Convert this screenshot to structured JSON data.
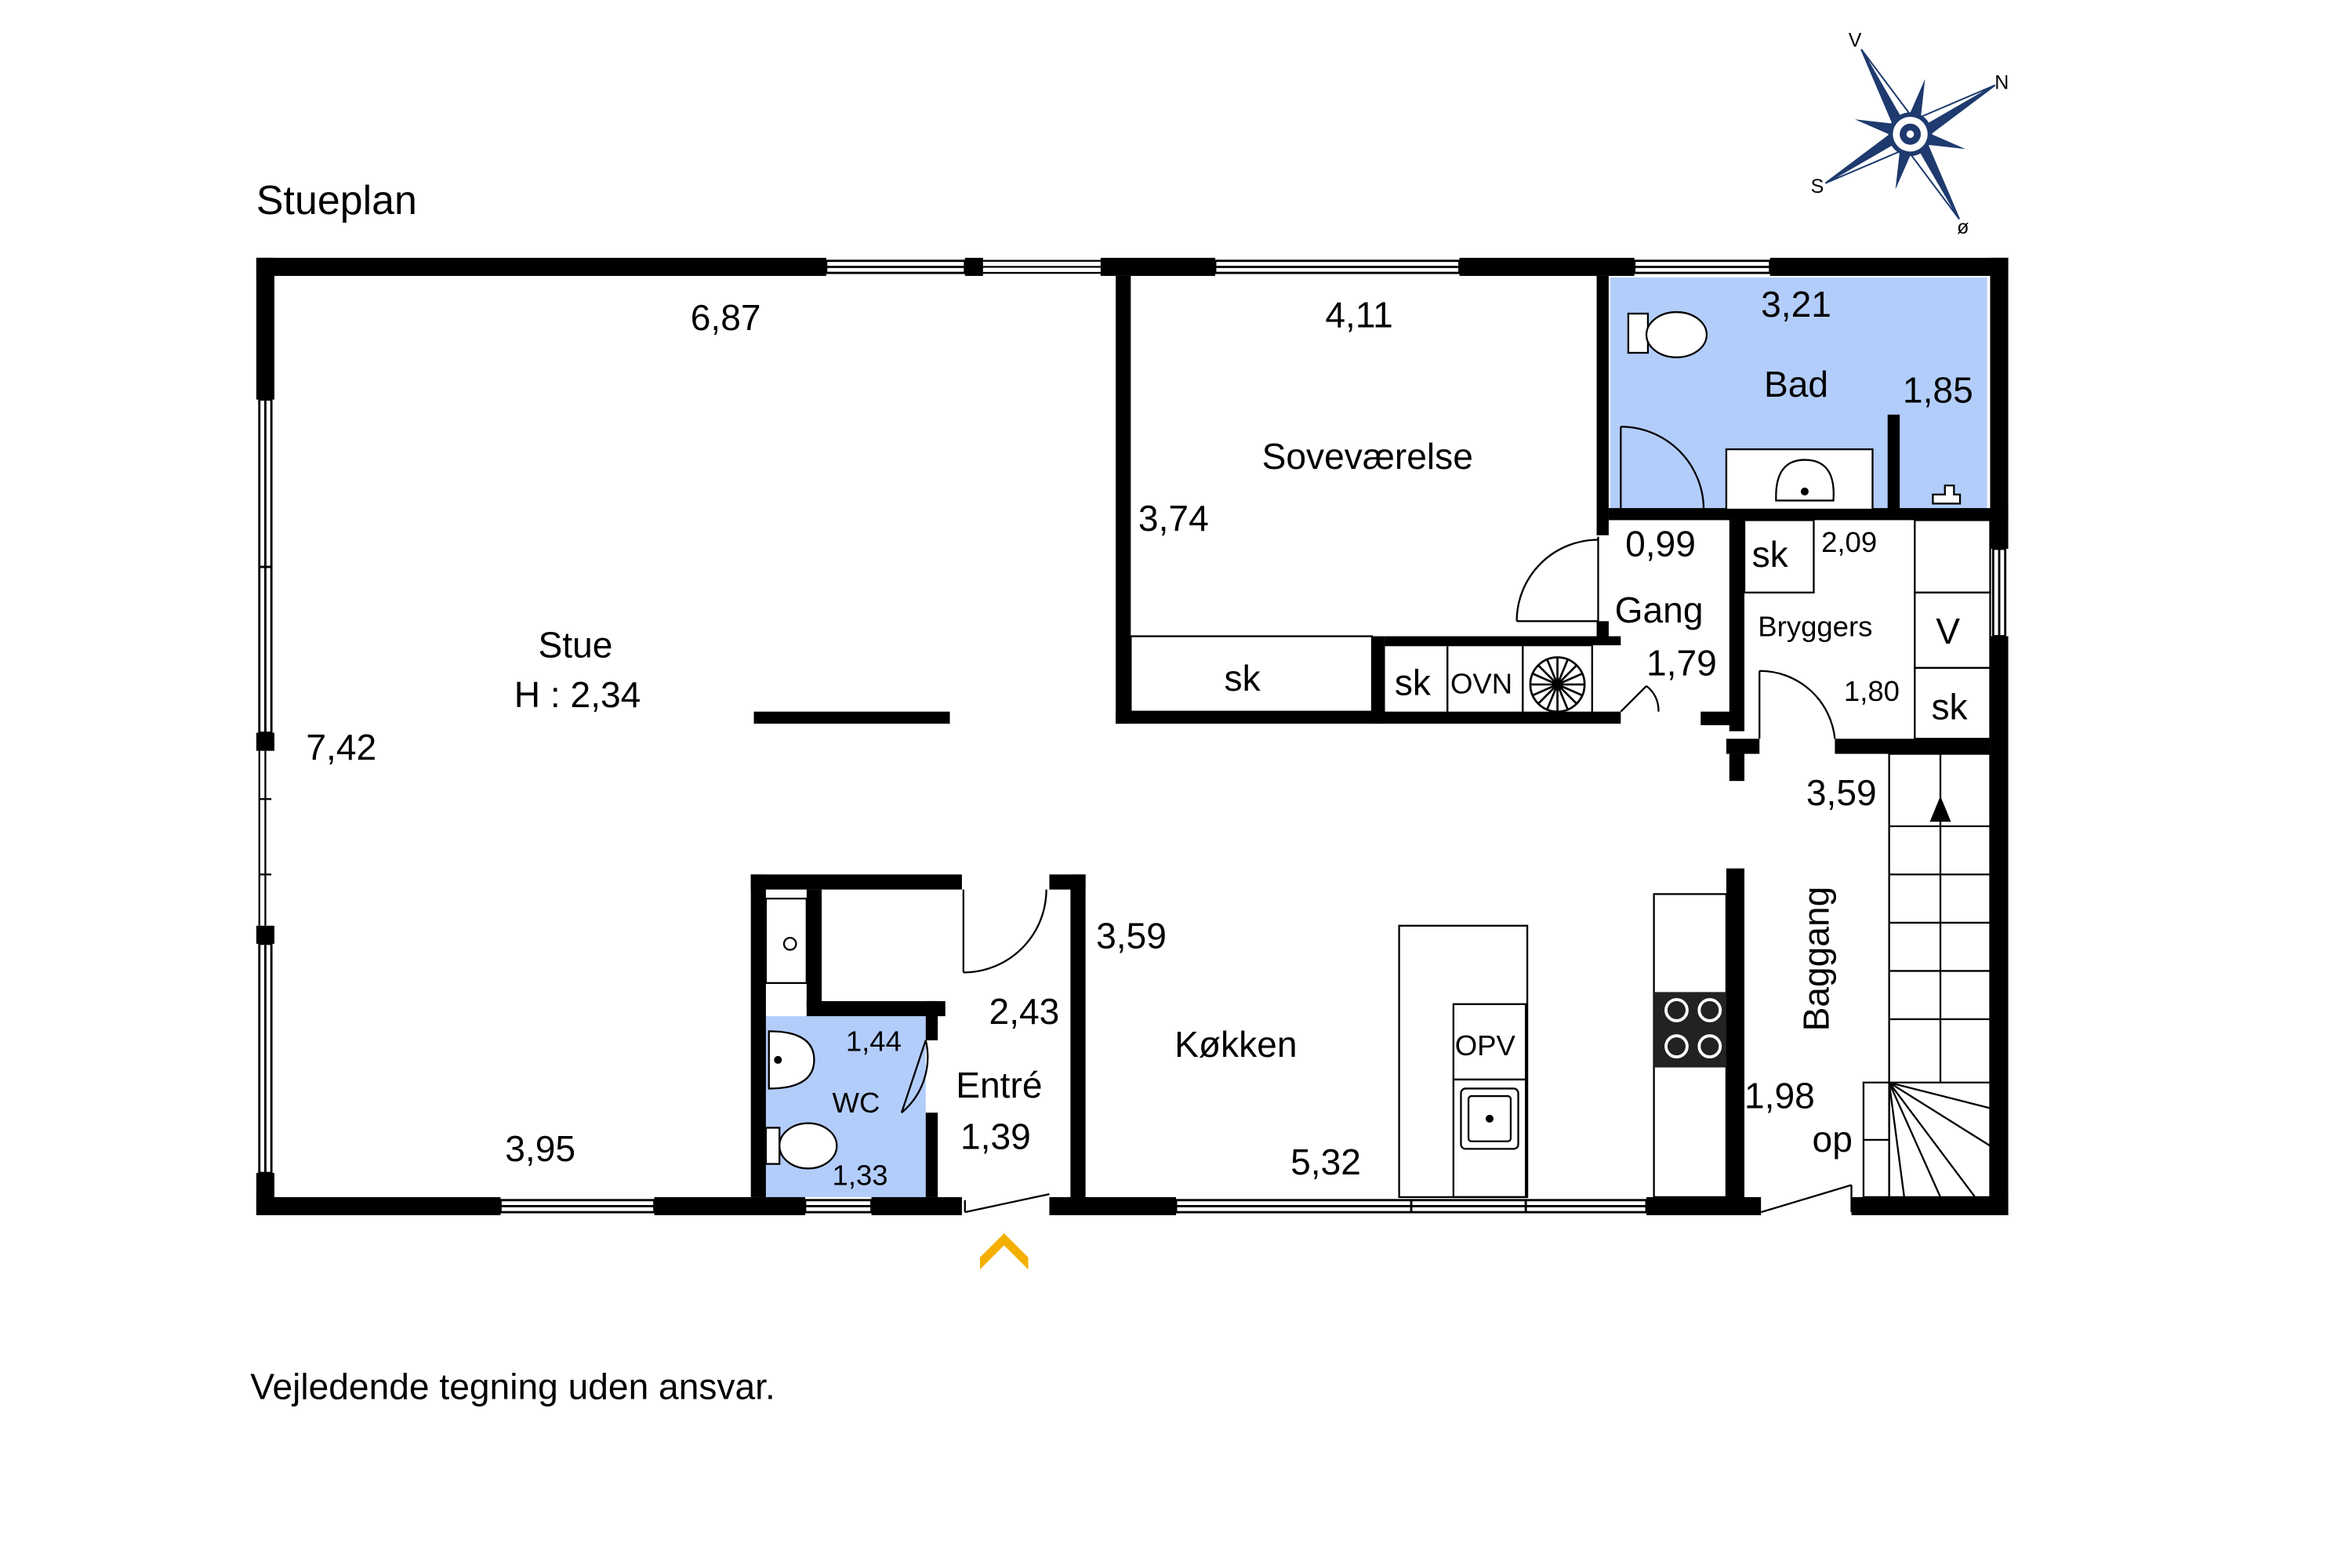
{
  "title": "Stueplan",
  "disclaimer": "Vejledende tegning uden ansvar.",
  "compass": {
    "v": "V",
    "n": "N",
    "s": "S",
    "o": "ø"
  },
  "colors": {
    "wet_room": "#b3cdfb",
    "wall": "#000000",
    "entrance_marker": "#f4b000"
  },
  "rooms": {
    "stue": {
      "name": "Stue",
      "height": "H : 2,34",
      "dim_top": "6,87",
      "dim_side": "7,42",
      "dim_bottom": "3,95"
    },
    "sovevaerelse": {
      "name": "Soveværelse",
      "dim_top": "4,11",
      "dim_side": "3,74"
    },
    "bad": {
      "name": "Bad",
      "dim_top": "3,21",
      "dim_side": "1,85"
    },
    "gang": {
      "name": "Gang",
      "dim_top": "0,99",
      "dim_side": "1,79"
    },
    "bryggers": {
      "name": "Bryggers",
      "dim_top": "2,09",
      "dim_side": "1,80"
    },
    "baggang": {
      "name": "Baggang",
      "dim_top": "3,59",
      "dim_side": "1,98"
    },
    "kokken": {
      "name": "Køkken",
      "dim_side": "3,59",
      "dim_bottom": "5,32"
    },
    "entre": {
      "name": "Entré",
      "dim_top": "2,43",
      "dim_side": "1,39"
    },
    "wc": {
      "name": "WC",
      "dim_top": "1,44",
      "dim_side": "1,33"
    }
  },
  "fixtures": {
    "sk": "sk",
    "ovn": "OVN",
    "opv": "OPV",
    "v": "V",
    "op": "op"
  }
}
